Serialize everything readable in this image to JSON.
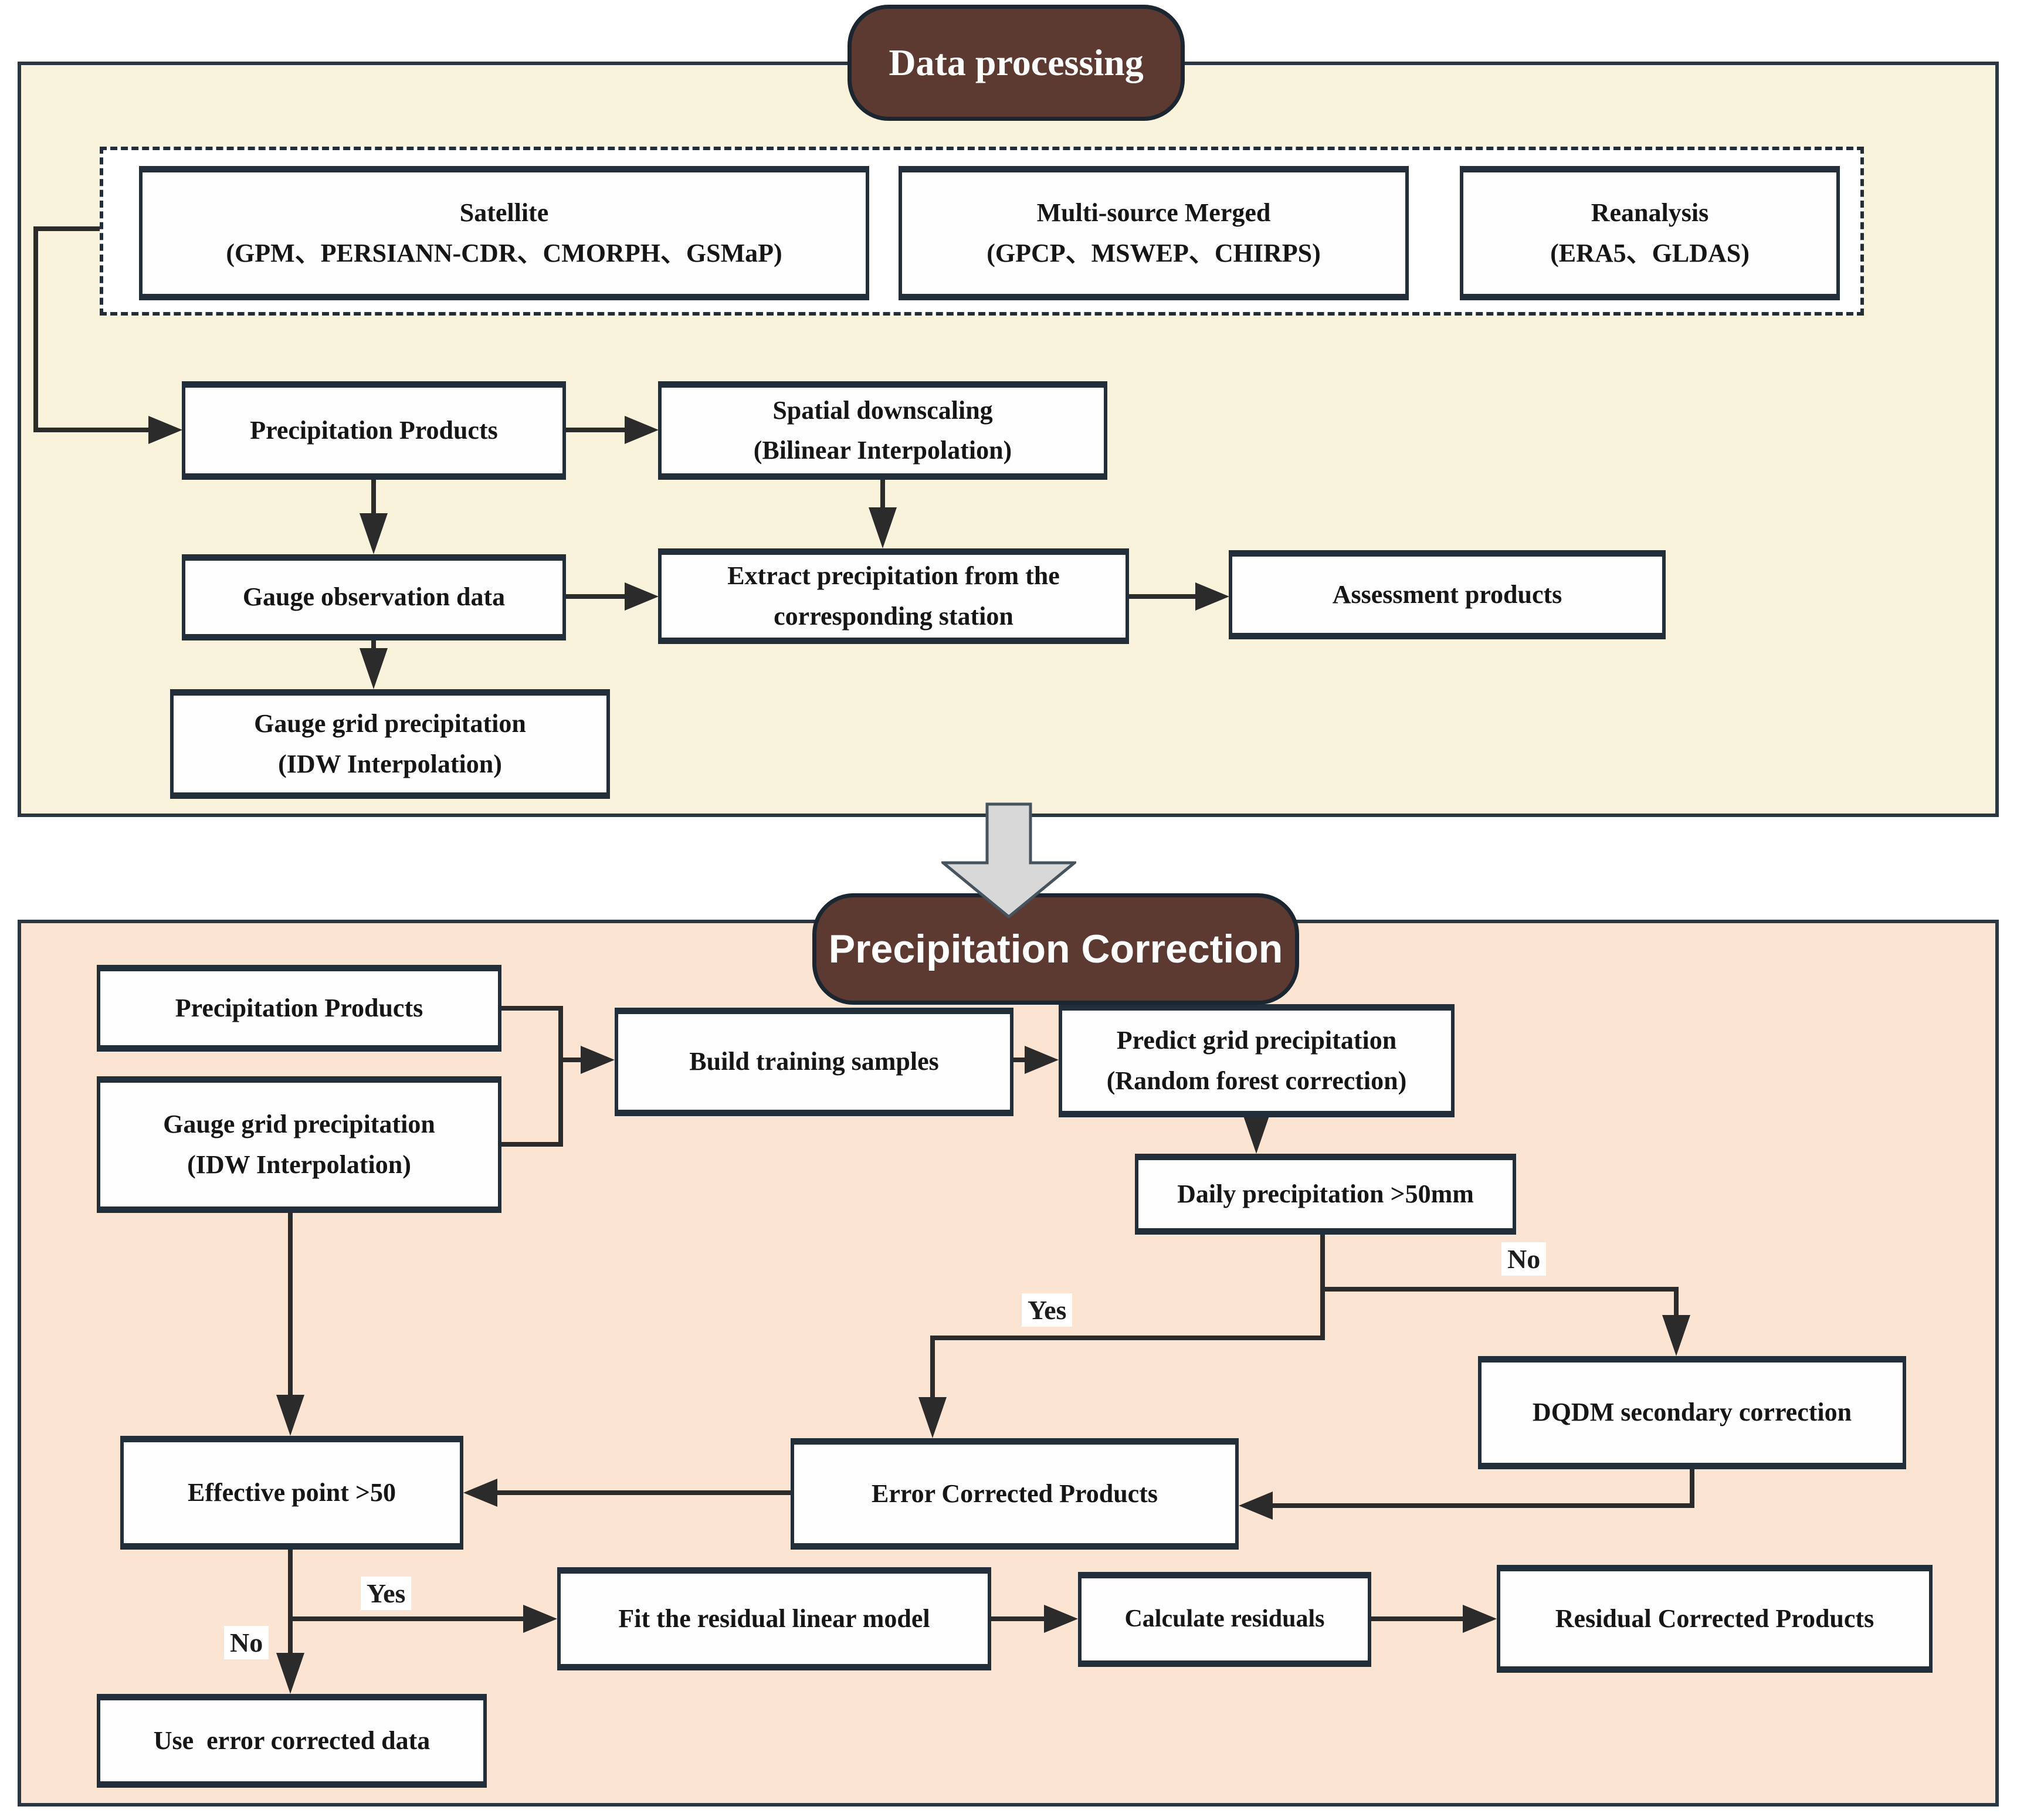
{
  "dp": {
    "title": "Data processing",
    "satellite": [
      "Satellite",
      "(GPM、PERSIANN-CDR、CMORPH、GSMaP)"
    ],
    "merged": [
      "Multi-source Merged",
      "(GPCP、MSWEP、CHIRPS)"
    ],
    "reanalysis": [
      "Reanalysis",
      "(ERA5、GLDAS)"
    ],
    "precip_products": [
      "Precipitation Products"
    ],
    "spatial_downscaling": [
      "Spatial downscaling",
      "(Bilinear Interpolation)"
    ],
    "gauge_obs": [
      "Gauge observation data"
    ],
    "extract": [
      "Extract precipitation from the",
      "corresponding station"
    ],
    "assessment": [
      "Assessment products"
    ],
    "gauge_grid": [
      "Gauge grid precipitation",
      "(IDW Interpolation)"
    ]
  },
  "pc": {
    "title": "Precipitation Correction",
    "precip_products": [
      "Precipitation Products"
    ],
    "gauge_grid": [
      "Gauge grid precipitation",
      "(IDW Interpolation)"
    ],
    "build_training": [
      "Build training samples"
    ],
    "predict_grid": [
      "Predict grid precipitation",
      "(Random forest correction)"
    ],
    "daily_precip": [
      "Daily precipitation >50mm"
    ],
    "dqdm": [
      "DQDM secondary correction"
    ],
    "error_corrected": [
      "Error Corrected Products"
    ],
    "effective_point": [
      "Effective point >50"
    ],
    "fit_residual": [
      "Fit the residual linear model"
    ],
    "calc_residuals": [
      "Calculate residuals"
    ],
    "residual_corrected": [
      "Residual Corrected Products"
    ],
    "use_error_corrected": [
      "Use  error corrected data"
    ],
    "labels": {
      "no_daily": "No",
      "yes_daily": "Yes",
      "yes_effective": "Yes",
      "no_effective": "No"
    }
  },
  "colors": {
    "pill_brown": "#5c3a32",
    "panel_cream": "#faf3dc",
    "panel_peach": "#fbe4d1",
    "box_border": "#222f3b",
    "line": "#2b2b2b",
    "big_arrow_fill": "#d8d8d8"
  }
}
